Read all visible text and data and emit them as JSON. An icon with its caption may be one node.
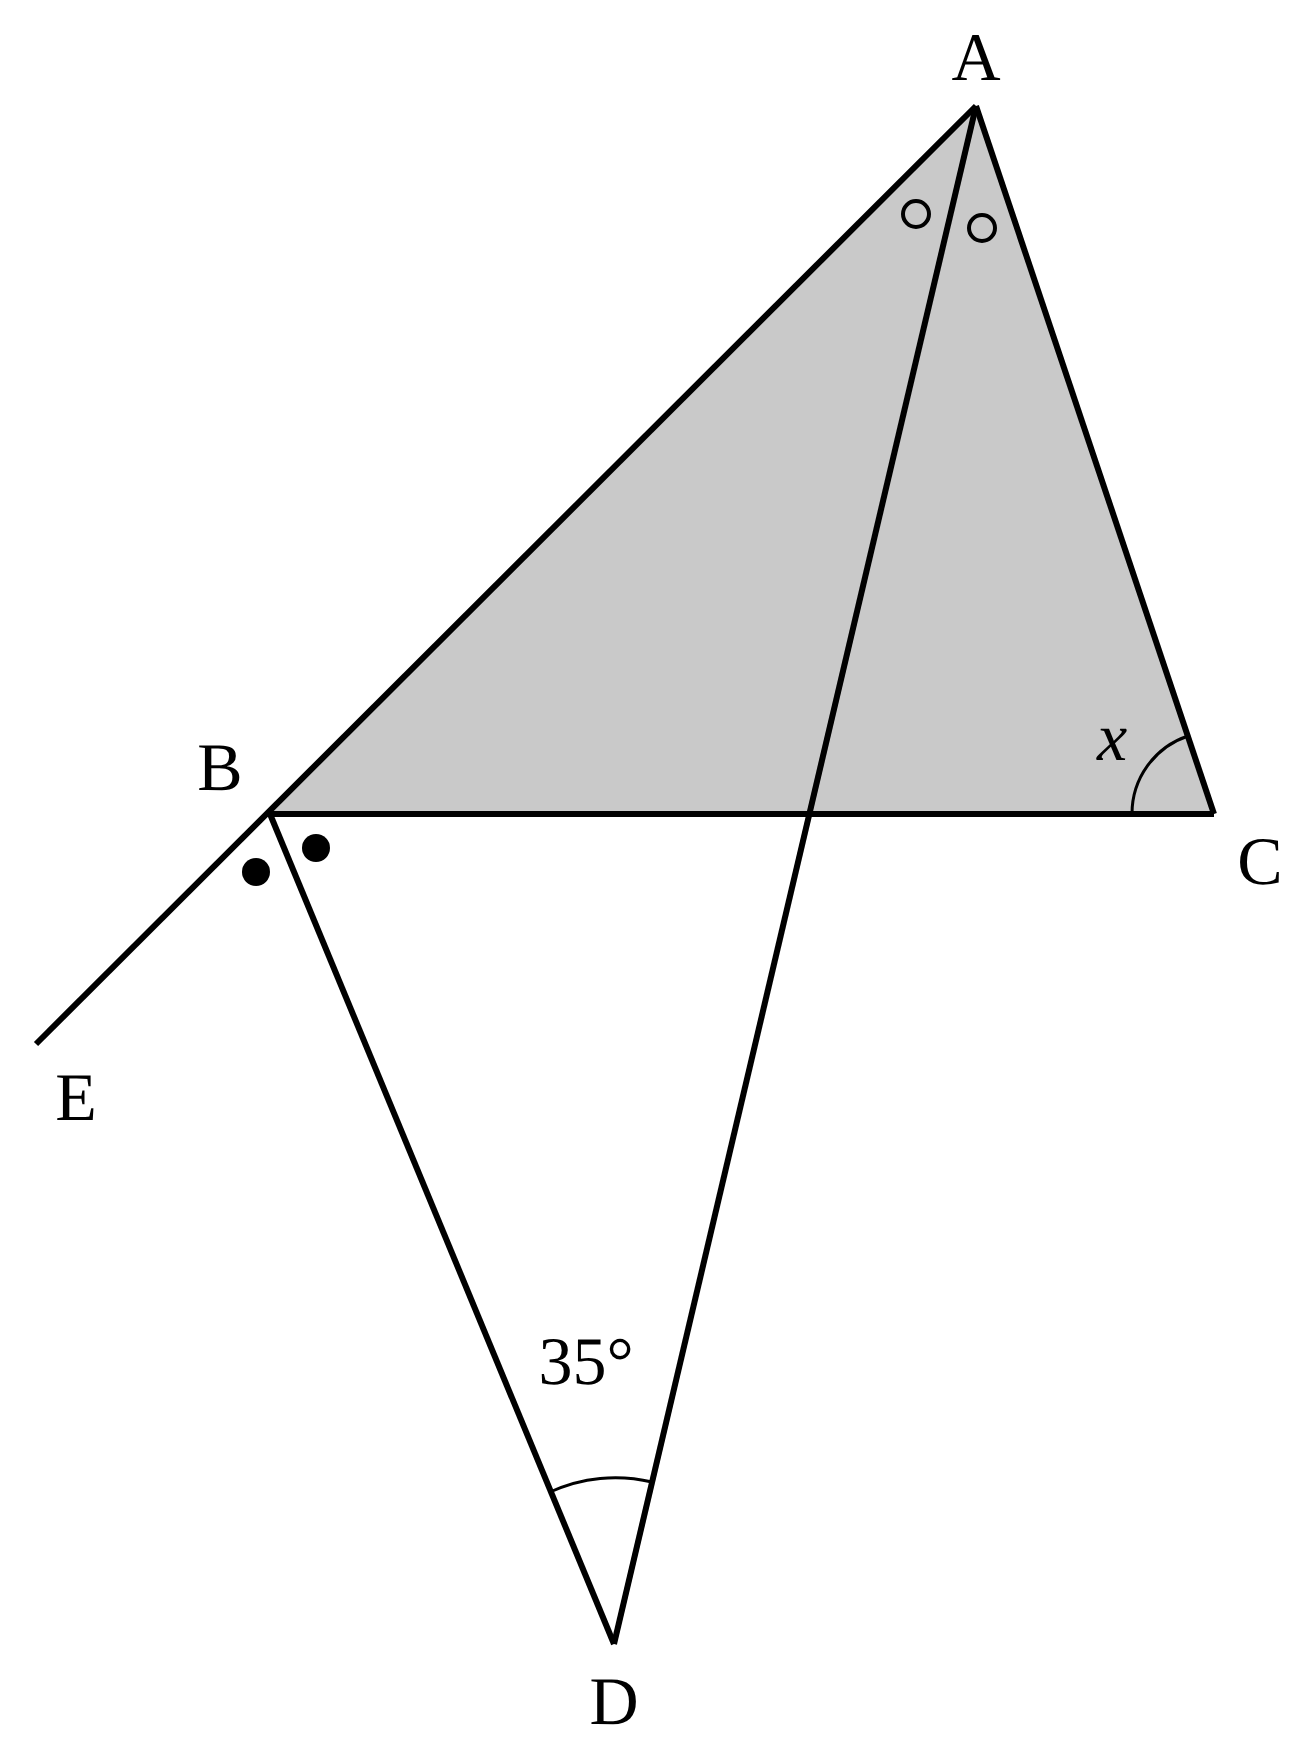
{
  "diagram": {
    "labels": [
      "A",
      "B",
      "x",
      "C",
      "E",
      "35°",
      "D"
    ]
  }
}
